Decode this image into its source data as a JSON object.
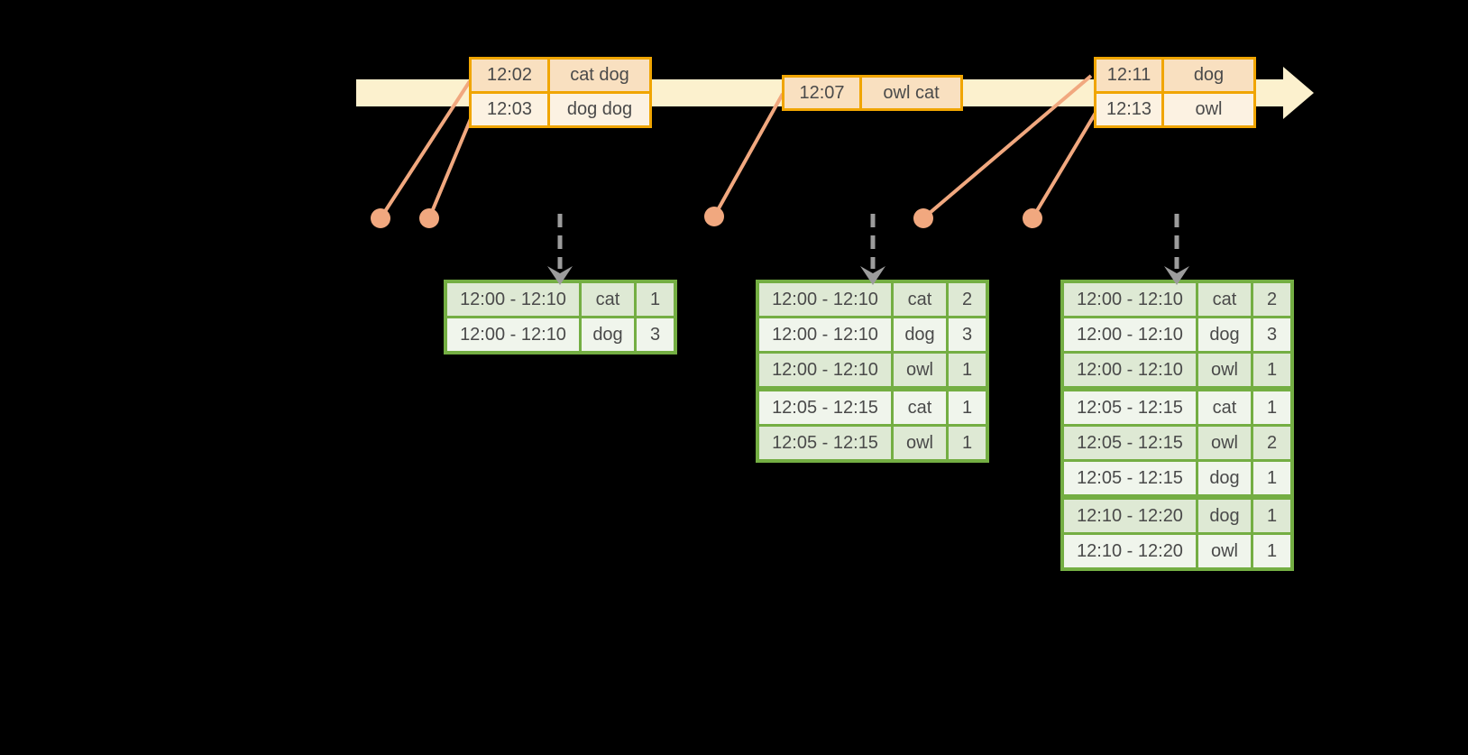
{
  "timeline": {
    "event_tables": [
      {
        "position": "left",
        "rows": [
          {
            "time": "12:02",
            "words": "cat dog"
          },
          {
            "time": "12:03",
            "words": "dog dog"
          }
        ]
      },
      {
        "position": "middle",
        "rows": [
          {
            "time": "12:07",
            "words": "owl cat"
          }
        ]
      },
      {
        "position": "right",
        "rows": [
          {
            "time": "12:11",
            "words": "dog"
          },
          {
            "time": "12:13",
            "words": "owl"
          }
        ]
      }
    ]
  },
  "result_tables": [
    {
      "rows": [
        {
          "window": "12:00 - 12:10",
          "word": "cat",
          "count": "1"
        },
        {
          "window": "12:00 - 12:10",
          "word": "dog",
          "count": "3"
        }
      ]
    },
    {
      "rows": [
        {
          "window": "12:00 - 12:10",
          "word": "cat",
          "count": "2"
        },
        {
          "window": "12:00 - 12:10",
          "word": "dog",
          "count": "3"
        },
        {
          "window": "12:00 - 12:10",
          "word": "owl",
          "count": "1"
        },
        {
          "window": "12:05 - 12:15",
          "word": "cat",
          "count": "1"
        },
        {
          "window": "12:05 - 12:15",
          "word": "owl",
          "count": "1"
        }
      ]
    },
    {
      "rows": [
        {
          "window": "12:00 - 12:10",
          "word": "cat",
          "count": "2"
        },
        {
          "window": "12:00 - 12:10",
          "word": "dog",
          "count": "3"
        },
        {
          "window": "12:00 - 12:10",
          "word": "owl",
          "count": "1"
        },
        {
          "window": "12:05 - 12:15",
          "word": "cat",
          "count": "1"
        },
        {
          "window": "12:05 - 12:15",
          "word": "owl",
          "count": "2"
        },
        {
          "window": "12:05 - 12:15",
          "word": "dog",
          "count": "1"
        },
        {
          "window": "12:10 - 12:20",
          "word": "dog",
          "count": "1"
        },
        {
          "window": "12:10 - 12:20",
          "word": "owl",
          "count": "1"
        }
      ]
    }
  ],
  "colors": {
    "background": "#000000",
    "timeline_band": "#FCF1CE",
    "event_table_border": "#F0A500",
    "event_row_dark": "#F9E0C0",
    "event_row_light": "#FCF2E2",
    "result_table_border": "#74AE43",
    "result_row_dark": "#DEE9D4",
    "result_row_light": "#F0F5EC",
    "connector": "#F1A87F",
    "trigger_arrow": "#9C9C9C",
    "text": "#4A4A4A"
  }
}
